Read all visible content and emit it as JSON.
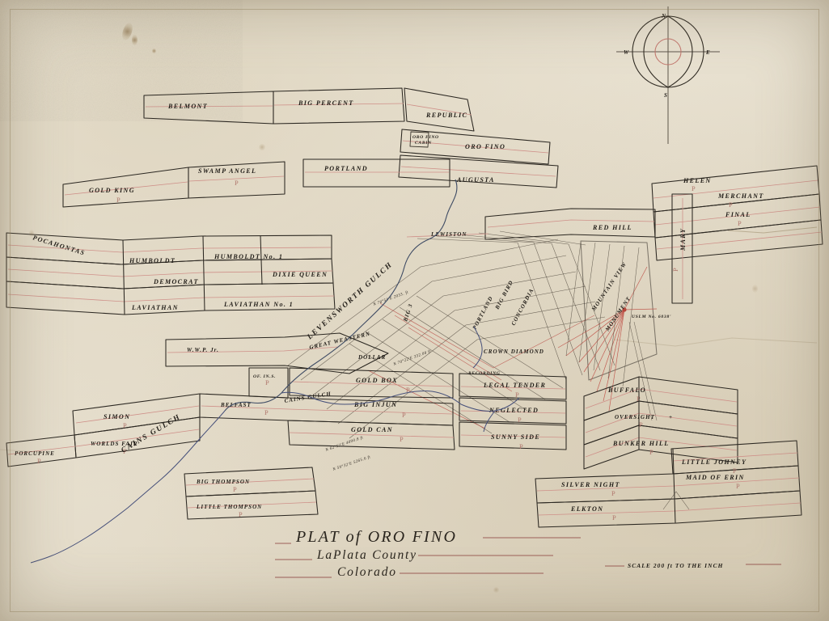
{
  "document": {
    "kind": "mining-claim-plat-map",
    "title_line1": "PLAT  of   ORO FINO",
    "title_line2": "LaPlata  County",
    "title_line3": "Colorado",
    "scale_note": "SCALE 200 ft TO THE INCH"
  },
  "compass": {
    "north": "N",
    "south": "S",
    "east": "E",
    "west": "W"
  },
  "claims": [
    {
      "name": "BELMONT",
      "p": true
    },
    {
      "name": "BIG PERCENT",
      "p": true
    },
    {
      "name": "REPUBLIC",
      "p": true
    },
    {
      "name": "ORO FINO",
      "p": true
    },
    {
      "name": "AUGUSTA",
      "p": true
    },
    {
      "name": "GOLD KING",
      "p": true
    },
    {
      "name": "SWAMP ANGEL",
      "p": true
    },
    {
      "name": "PORTLAND",
      "p": true
    },
    {
      "name": "HELEN",
      "p": true
    },
    {
      "name": "MERCHANT",
      "p": true
    },
    {
      "name": "FINAL",
      "p": true
    },
    {
      "name": "RED HILL",
      "p": true
    },
    {
      "name": "MARY",
      "p": true
    },
    {
      "name": "POCAHONTAS",
      "p": false
    },
    {
      "name": "HUMBOLDT",
      "p": false
    },
    {
      "name": "HUMBOLDT  No. 1",
      "p": false
    },
    {
      "name": "DEMOCRAT",
      "p": false
    },
    {
      "name": "DIXIE QUEEN",
      "p": false
    },
    {
      "name": "LAVIATHAN",
      "p": false
    },
    {
      "name": "LAVIATHAN  No. 1",
      "p": false
    },
    {
      "name": "LEWISTON",
      "p": false
    },
    {
      "name": "MOUNTAIN VIEW",
      "p": false
    },
    {
      "name": "MONUMENT",
      "p": false
    },
    {
      "name": "W.W.P. Jr.",
      "p": false
    },
    {
      "name": "GREAT WEASTERN",
      "p": false
    },
    {
      "name": "DOLLAR",
      "p": false
    },
    {
      "name": "BIG 3",
      "p": false
    },
    {
      "name": "BIG BIRD",
      "p": false
    },
    {
      "name": "PORTLAND",
      "p": false
    },
    {
      "name": "CONCORDIA",
      "p": false
    },
    {
      "name": "CROWN DIAMOND",
      "p": false
    },
    {
      "name": "OF. IN.S.",
      "p": true
    },
    {
      "name": "GOLD BOX",
      "p": true
    },
    {
      "name": "BELFAST",
      "p": true
    },
    {
      "name": "BIG INJUN",
      "p": true
    },
    {
      "name": "GOLD CAN",
      "p": true
    },
    {
      "name": "LEGAL TENDER",
      "p": true
    },
    {
      "name": "NEGLECTED",
      "p": true
    },
    {
      "name": "SUNNY SIDE",
      "p": true
    },
    {
      "name": "BUFFALO",
      "p": true
    },
    {
      "name": "OVERSIGHT",
      "p": true
    },
    {
      "name": "BUNKER HILL",
      "p": true
    },
    {
      "name": "LITTLE JOHNEY",
      "p": true
    },
    {
      "name": "SILVER NIGHT",
      "p": true
    },
    {
      "name": "MAID OF ERIN",
      "p": true
    },
    {
      "name": "ELKTON",
      "p": true
    },
    {
      "name": "SIMON",
      "p": true
    },
    {
      "name": "WORLDS FAIR",
      "p": true
    },
    {
      "name": "PORCUPINE",
      "p": true
    },
    {
      "name": "BIG THOMPSON",
      "p": true
    },
    {
      "name": "LITTLE THOMPSON",
      "p": true
    }
  ],
  "features": {
    "gulch_leavenworth": "LEVENSWORTH GULCH",
    "gulch_cains_upper": "CAINS GULCH",
    "gulch_cains_lower": "CAINS GULCH",
    "cabin_line1": "ORO FINO",
    "cabin_line2": "CABIN",
    "recording": "RECORDING",
    "monument_tag": "USLM No. 6038'"
  },
  "bearings": [
    {
      "text": "N 70°22'E  332.08 ft"
    },
    {
      "text": "N 62°52'E  4090.8 ft"
    },
    {
      "text": "N 59°32'E  5265.6 ft"
    },
    {
      "text": "N 78°54'E  2033. ft"
    }
  ],
  "p_symbol": "P"
}
